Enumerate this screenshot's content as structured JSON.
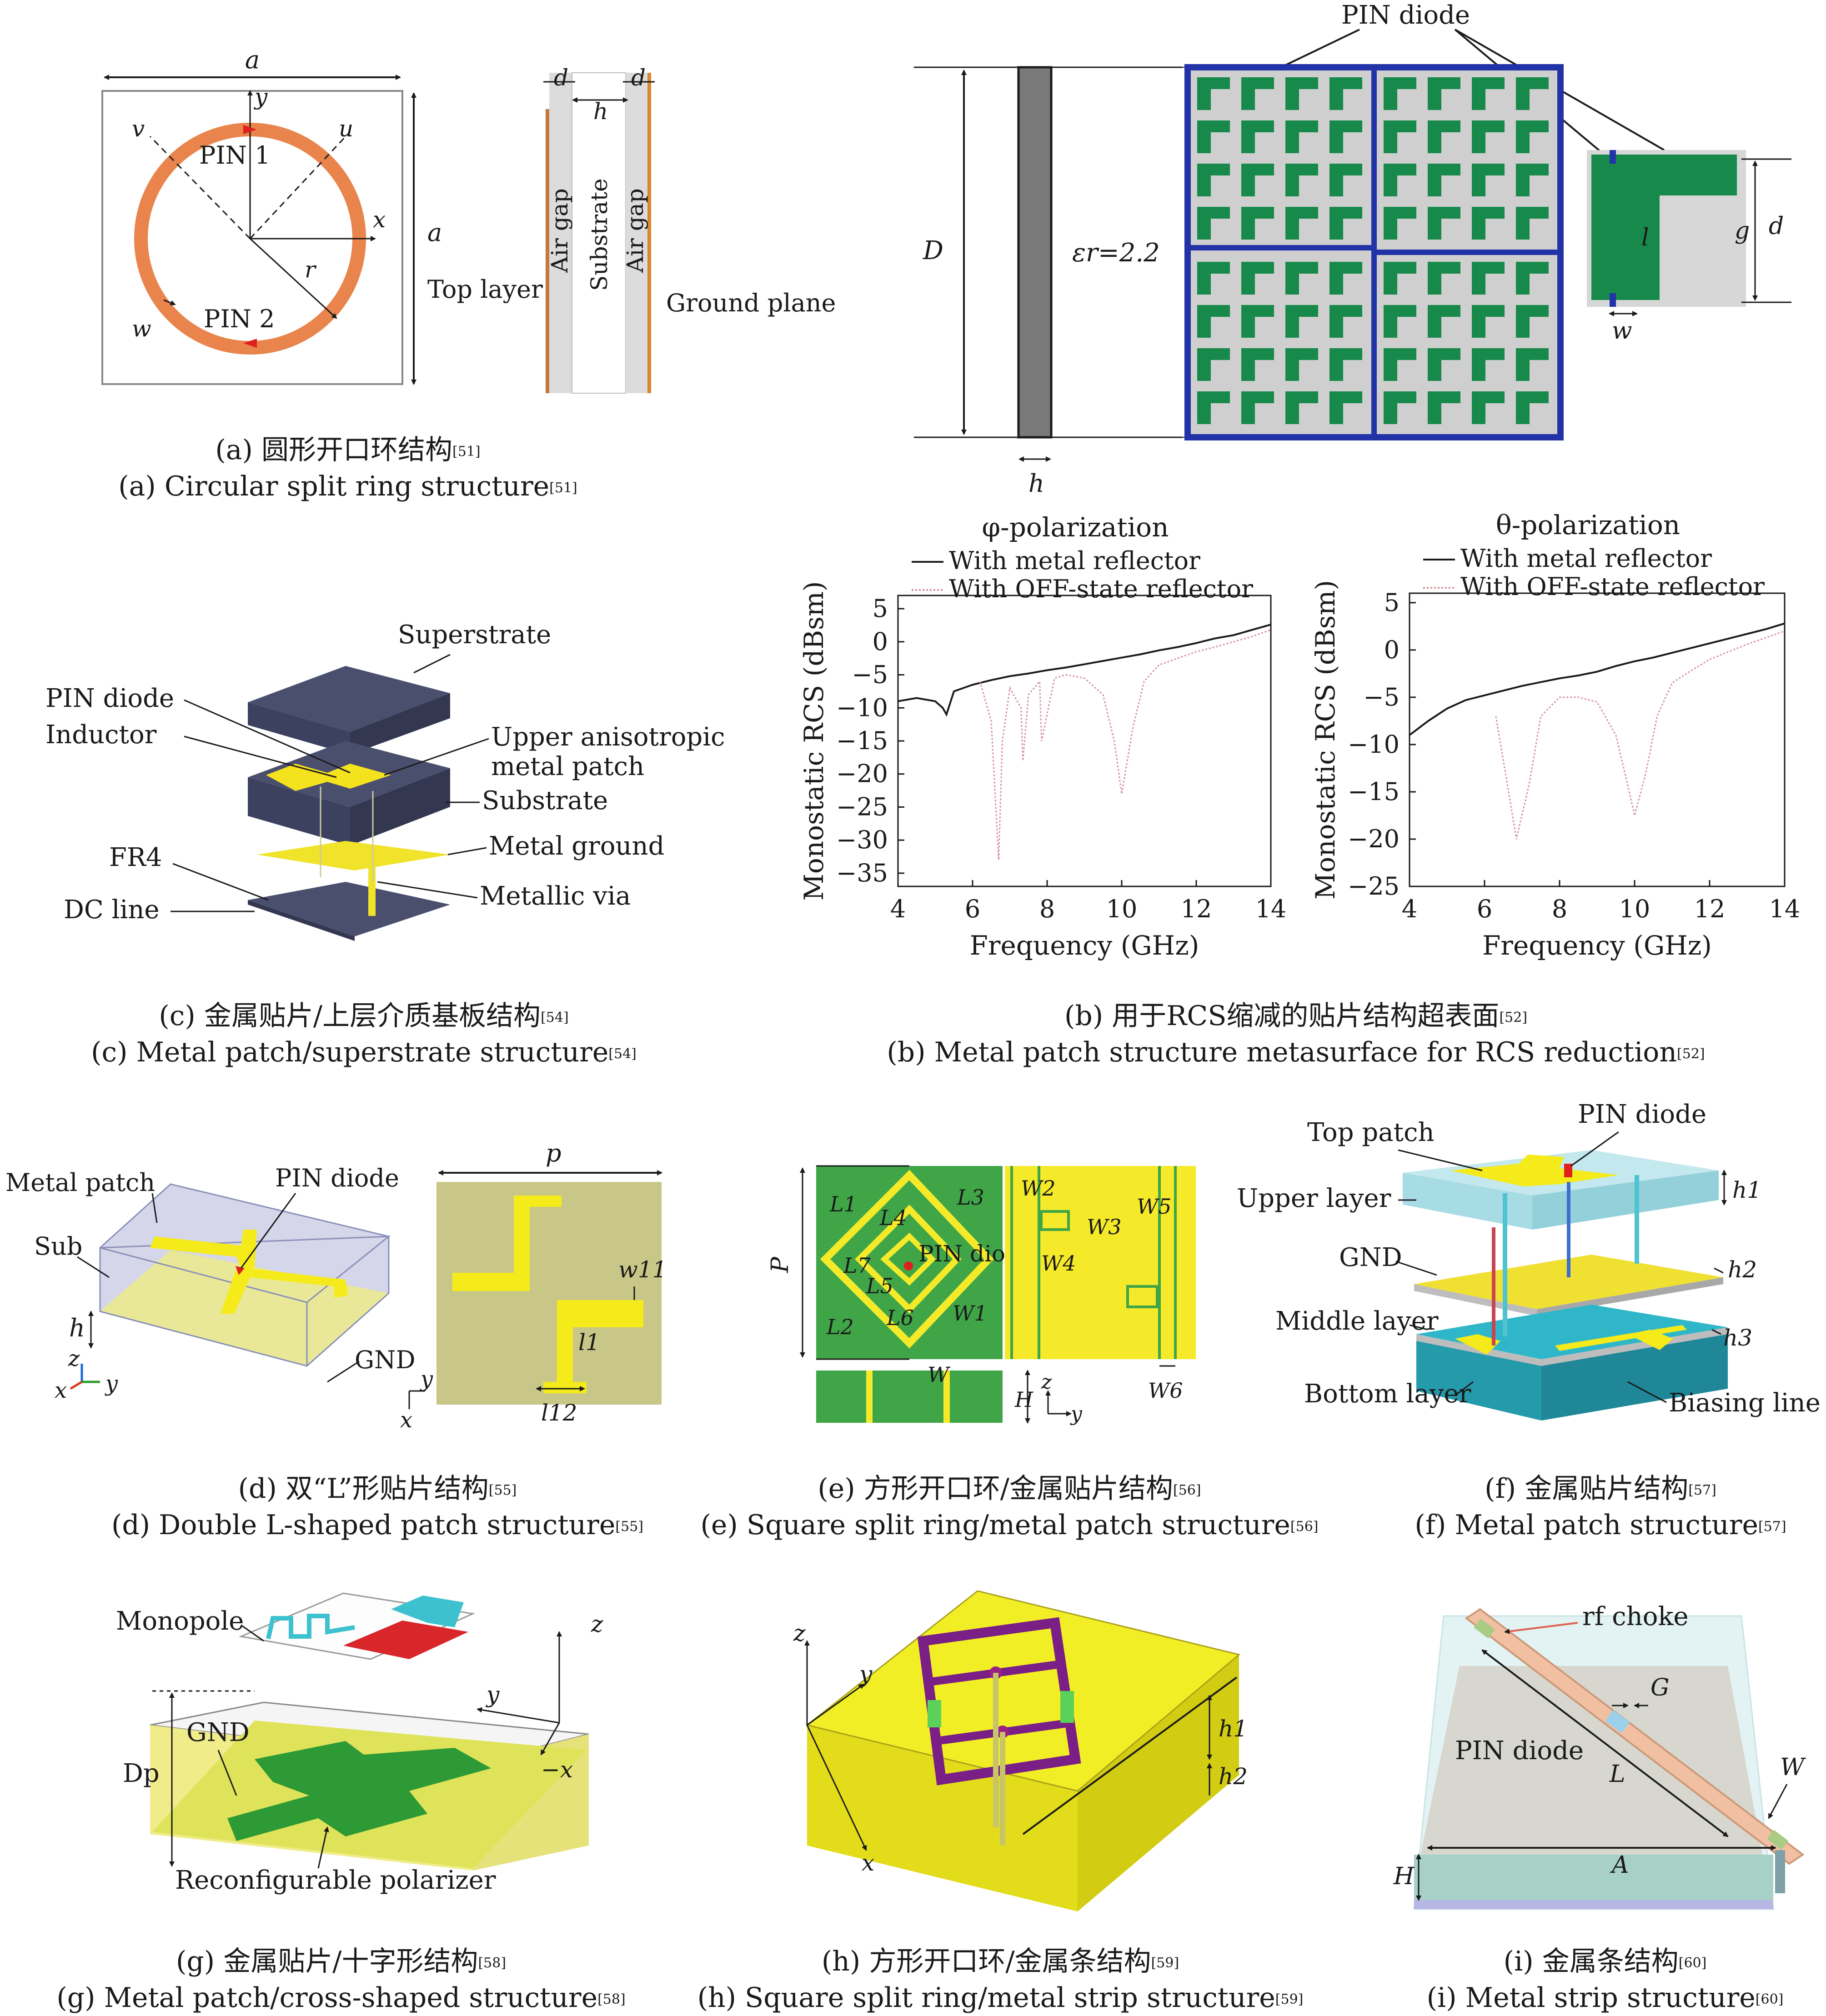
{
  "figure_a": {
    "labels": {
      "a_top": "a",
      "a_side": "a",
      "y": "y",
      "x": "x",
      "u": "u",
      "v": "v",
      "r": "r",
      "w": "w",
      "pin1": "PIN 1",
      "pin2": "PIN 2",
      "d1": "d",
      "d2": "d",
      "h": "h",
      "air_gap": "Air gap",
      "substrate": "Substrate",
      "top_layer": "Top layer",
      "ground_plane": "Ground plane"
    },
    "caption_cn": "(a) 圆形开口环结构",
    "caption_en": "(a) Circular split ring structure",
    "ref": "[51]"
  },
  "figure_b_top": {
    "labels": {
      "pin_diode": "PIN diode",
      "D": "D",
      "h": "h",
      "eps": "εr=2.2",
      "d": "d",
      "l": "l",
      "g": "g",
      "w": "w"
    }
  },
  "figure_b_charts": {
    "caption_cn": "(b) 用于RCS缩减的贴片结构超表面",
    "caption_en": "(b) Metal patch structure metasurface for RCS reduction",
    "ref": "[52]"
  },
  "chart_data": [
    {
      "type": "line",
      "title": "φ-polarization",
      "xlabel": "Frequency (GHz)",
      "ylabel": "Monostatic RCS (dBsm)",
      "xlim": [
        4,
        14
      ],
      "ylim": [
        -37,
        7
      ],
      "xticks": [
        4,
        6,
        8,
        10,
        12,
        14
      ],
      "yticks": [
        5,
        0,
        -5,
        -10,
        -15,
        -20,
        -25,
        -30,
        -35
      ],
      "legend_position": "top-right",
      "series": [
        {
          "name": "With metal reflector",
          "style": "solid",
          "color": "#1a1a1a",
          "x": [
            4,
            4.5,
            5,
            5.2,
            5.3,
            5.5,
            6,
            6.5,
            7,
            7.5,
            8,
            8.5,
            9,
            9.5,
            10,
            10.5,
            11,
            11.5,
            12,
            12.5,
            13,
            13.5,
            14
          ],
          "y": [
            -9,
            -8.5,
            -9,
            -10,
            -11,
            -7.5,
            -6.5,
            -5.8,
            -5.2,
            -4.8,
            -4.3,
            -3.9,
            -3.4,
            -2.9,
            -2.4,
            -1.9,
            -1.3,
            -0.8,
            -0.2,
            0.5,
            1,
            1.8,
            2.6
          ]
        },
        {
          "name": "With OFF-state reflector",
          "style": "dotted",
          "color": "#d4949c",
          "x": [
            6.2,
            6.5,
            6.7,
            6.8,
            7,
            7.3,
            7.35,
            7.5,
            7.8,
            7.85,
            8.2,
            8.5,
            9,
            9.5,
            9.8,
            10,
            10.3,
            10.6,
            11,
            11.5,
            12,
            12.5,
            13,
            13.5,
            14
          ],
          "y": [
            -6,
            -12,
            -33,
            -15,
            -7,
            -10,
            -18,
            -8,
            -6,
            -15,
            -5.5,
            -5,
            -5.5,
            -8,
            -15,
            -23,
            -13,
            -6,
            -3.5,
            -2.5,
            -1.5,
            -0.8,
            0,
            0.8,
            1.8
          ]
        }
      ]
    },
    {
      "type": "line",
      "title": "θ-polarization",
      "xlabel": "Frequency (GHz)",
      "ylabel": "Monostatic RCS (dBsm)",
      "xlim": [
        4,
        14
      ],
      "ylim": [
        -25,
        6
      ],
      "xticks": [
        4,
        6,
        8,
        10,
        12,
        14
      ],
      "yticks": [
        5,
        0,
        -5,
        -10,
        -15,
        -20,
        -25
      ],
      "legend_position": "top-right",
      "series": [
        {
          "name": "With metal reflector",
          "style": "solid",
          "color": "#1a1a1a",
          "x": [
            4,
            4.5,
            5,
            5.5,
            6,
            6.5,
            7,
            7.5,
            8,
            8.5,
            9,
            9.5,
            10,
            10.5,
            11,
            11.5,
            12,
            12.5,
            13,
            13.5,
            14
          ],
          "y": [
            -9,
            -7.5,
            -6.2,
            -5.3,
            -4.8,
            -4.3,
            -3.8,
            -3.4,
            -3,
            -2.7,
            -2.3,
            -1.7,
            -1.2,
            -0.8,
            -0.3,
            0.2,
            0.7,
            1.2,
            1.7,
            2.2,
            2.8
          ]
        },
        {
          "name": "With OFF-state reflector",
          "style": "dotted",
          "color": "#d4949c",
          "x": [
            6.3,
            6.6,
            6.85,
            7.2,
            7.5,
            8,
            8.5,
            9,
            9.5,
            9.8,
            10,
            10.3,
            10.6,
            11,
            11.5,
            12,
            12.5,
            13,
            13.5,
            14
          ],
          "y": [
            -7,
            -14,
            -20,
            -14,
            -7,
            -5,
            -5,
            -5.5,
            -9,
            -14,
            -17.5,
            -13,
            -7,
            -3.5,
            -2.2,
            -1,
            -0.2,
            0.6,
            1.3,
            2
          ]
        }
      ]
    }
  ],
  "figure_c": {
    "labels": {
      "superstrate": "Superstrate",
      "pin_diode": "PIN diode",
      "inductor": "Inductor",
      "upper1": "Upper anisotropic",
      "upper2": "metal patch",
      "substrate": "Substrate",
      "fr4": "FR4",
      "metal_ground": "Metal ground",
      "metallic_via": "Metallic via",
      "dc_line": "DC line"
    },
    "caption_cn": "(c) 金属贴片/上层介质基板结构",
    "caption_en": "(c) Metal patch/superstrate structure",
    "ref": "[54]"
  },
  "figure_d": {
    "labels": {
      "metal_patch": "Metal patch",
      "pin_diode": "PIN diode",
      "sub": "Sub",
      "h": "h",
      "gnd": "GND",
      "z": "z",
      "x": "x",
      "y": "y",
      "p": "p",
      "w11": "w11",
      "l1": "l1",
      "l12": "l12",
      "y2": "y",
      "x2": "x"
    },
    "caption_cn": "(d) 双“L”形贴片结构",
    "caption_en": "(d) Double L-shaped patch structure",
    "ref": "[55]"
  },
  "figure_e": {
    "labels": {
      "P": "P",
      "L1": "L1",
      "L2": "L2",
      "L3": "L3",
      "L4": "L4",
      "L5": "L5",
      "L6": "L6",
      "L7": "L7",
      "W1": "W1",
      "W2": "W2",
      "W3": "W3",
      "W4": "W4",
      "W5": "W5",
      "W6": "W6",
      "W": "W",
      "H": "H",
      "pin": "PIN diode",
      "z": "z",
      "y": "y"
    },
    "caption_cn": "(e) 方形开口环/金属贴片结构",
    "caption_en": "(e) Square split ring/metal patch structure",
    "ref": "[56]"
  },
  "figure_f": {
    "labels": {
      "top_patch": "Top patch",
      "pin_diode": "PIN diode",
      "upper_layer": "Upper layer",
      "gnd": "GND",
      "middle_layer": "Middle layer",
      "bottom_layer": "Bottom layer",
      "biasing_line": "Biasing line",
      "h1": "h1",
      "h2": "h2",
      "h3": "h3"
    },
    "caption_cn": "(f) 金属贴片结构",
    "caption_en": "(f) Metal patch structure",
    "ref": "[57]"
  },
  "figure_g": {
    "labels": {
      "monopole": "Monopole",
      "gnd": "GND",
      "dp": "Dp",
      "polarizer": "Reconfigurable polarizer",
      "z": "z",
      "y": "y",
      "x": "−x"
    },
    "caption_cn": "(g) 金属贴片/十字形结构",
    "caption_en": "(g) Metal patch/cross-shaped structure",
    "ref": "[58]"
  },
  "figure_h": {
    "labels": {
      "z": "z",
      "y": "y",
      "x": "x",
      "h1": "h1",
      "h2": "h2"
    },
    "caption_cn": "(h) 方形开口环/金属条结构",
    "caption_en": "(h) Square split ring/metal strip structure",
    "ref": "[59]"
  },
  "figure_i": {
    "labels": {
      "rf_choke": "rf choke",
      "G": "G",
      "pin": "PIN diode",
      "L": "L",
      "W": "W",
      "A": "A",
      "H": "H"
    },
    "caption_cn": "(i) 金属条结构",
    "caption_en": "(i) Metal strip structure",
    "ref": "[60]"
  }
}
